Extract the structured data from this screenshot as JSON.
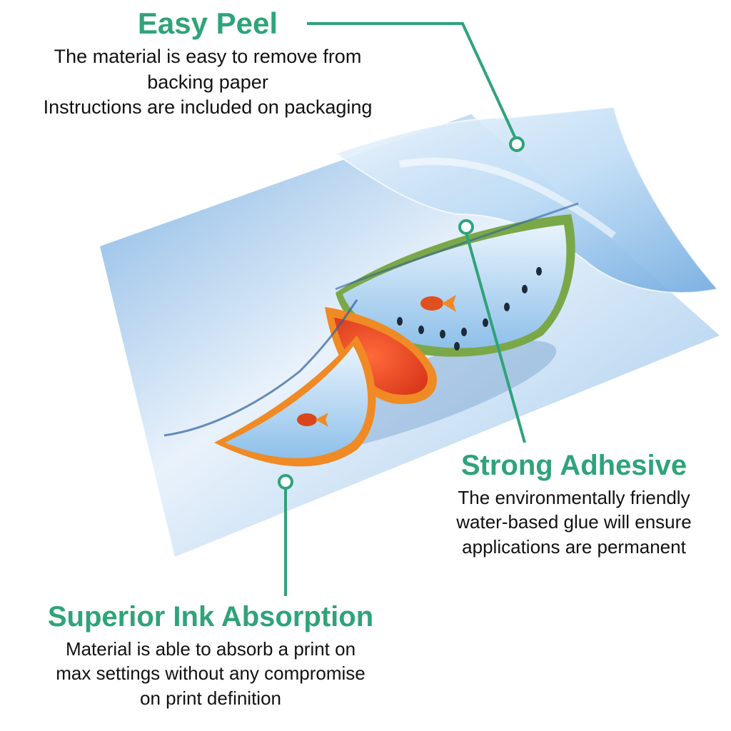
{
  "colors": {
    "accent": "#2fa37a",
    "text": "#111111",
    "sheet_blue": "#9fc8ec",
    "orange": "#f08a24",
    "watermelon_rind": "#7aa848"
  },
  "callouts": {
    "easy_peel": {
      "title": "Easy Peel",
      "lines": [
        "The material is easy to remove from",
        "backing paper",
        "Instructions are included on packaging"
      ]
    },
    "strong_adhesive": {
      "title": "Strong Adhesive",
      "lines": [
        "The environmentally friendly",
        "water-based glue will ensure",
        "applications are permanent"
      ]
    },
    "superior_ink": {
      "title": "Superior Ink Absorption",
      "lines": [
        "Material is able to absorb a print on",
        "max settings without any compromise",
        "on print definition"
      ]
    }
  }
}
